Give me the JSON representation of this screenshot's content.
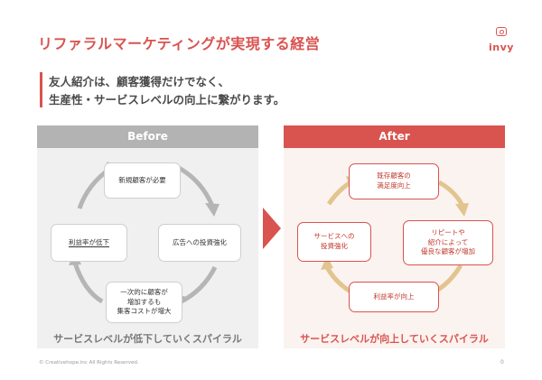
{
  "slide": {
    "title": "リファラルマーケティングが実現する経営",
    "logo_text": "invy",
    "lead": {
      "line1": "友人紹介は、顧客獲得だけでなく、",
      "line2": "生産性・サービスレベルの向上に繋がります。"
    }
  },
  "before": {
    "header": "Before",
    "boxes": {
      "top": "新規顧客が必要",
      "right": "広告への投資強化",
      "bottom": "一次的に顧客が\n増加するも\n集客コストが増大",
      "left": "利益率が低下"
    },
    "caption": "サービスレベルが低下していくスパイラル"
  },
  "after": {
    "header": "After",
    "boxes": {
      "top": "既存顧客の\n満足度向上",
      "right": "リピートや\n紹介によって\n優良な顧客が増加",
      "bottom": "利益率が向上",
      "left": "サービスへの\n投資強化"
    },
    "caption": "サービスレベルが向上していくスパイラル"
  },
  "footer": {
    "copyright": "© Creativehope.inc  All Rights Reserved.",
    "page_number": "0"
  },
  "colors": {
    "accent": "#d9534f",
    "before_header": "#b3b3b3",
    "before_panel": "#f0f0f0",
    "after_panel": "#fbf3ef",
    "before_arrow": "#b5b5b5",
    "after_arrow": "#e2c48f"
  },
  "icons": {
    "logo": "envelope-heart-icon",
    "transition": "chevron-right-icon"
  }
}
